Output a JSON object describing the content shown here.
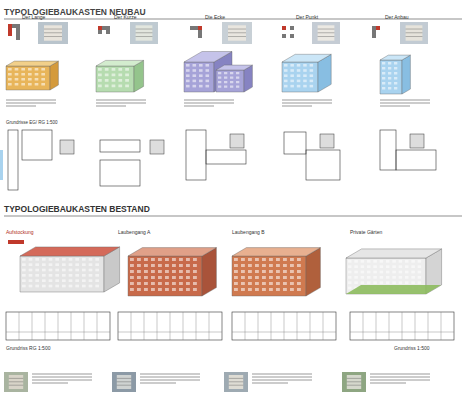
{
  "diagram": {
    "title": "TYPOLOGIEBAUKASTEN NEUBAU",
    "labels": [
      "Der Lange",
      "Der Kurze",
      "Die Ecke",
      "Der Punkt",
      "Der Anbau",
      "Grundrisse EG/ RG 1:500",
      "TYPOLOGIEBAUKASTEN BESTAND",
      "Aufstockung",
      "Laubengang A",
      "Laubengang B",
      "Private Gärten",
      "Grundriss RG 1:500",
      "Grundriss 1:500"
    ]
  }
}
